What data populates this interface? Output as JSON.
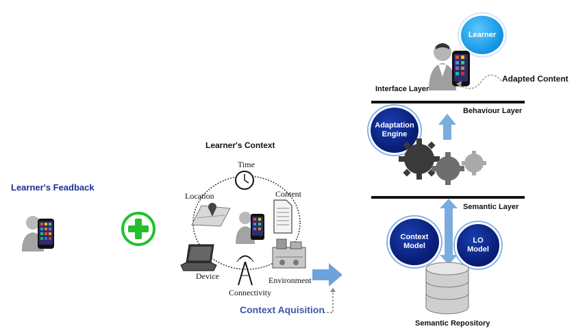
{
  "left": {
    "feedback_label": "Learner's Feadback"
  },
  "context": {
    "title": "Learner's Context",
    "time": "Time",
    "content": "Content",
    "location": "Location",
    "device": "Device",
    "environment": "Environment",
    "connectivity": "Connectivity",
    "acquisition": "Context Aquisition"
  },
  "architecture": {
    "learner": "Learner",
    "adapted_content": "Adapted Content",
    "interface_layer": "Interface Layer",
    "behaviour_layer": "Behaviour Layer",
    "adaptation_engine_line1": "Adaptation",
    "adaptation_engine_line2": "Engine",
    "semantic_layer": "Semantic Layer",
    "context_model_line1": "Context",
    "context_model_line2": "Model",
    "lo_model_line1": "LO",
    "lo_model_line2": "Model",
    "semantic_repository": "Semantic Repository"
  },
  "colors": {
    "feedback_text": "#1c2f96",
    "acquisition_text": "#3c56a8",
    "plus_green": "#22c02a",
    "model_blue": "#0a1f7a",
    "learner_blue": "#1a9be6",
    "arrow_blue": "#6ea2db"
  }
}
